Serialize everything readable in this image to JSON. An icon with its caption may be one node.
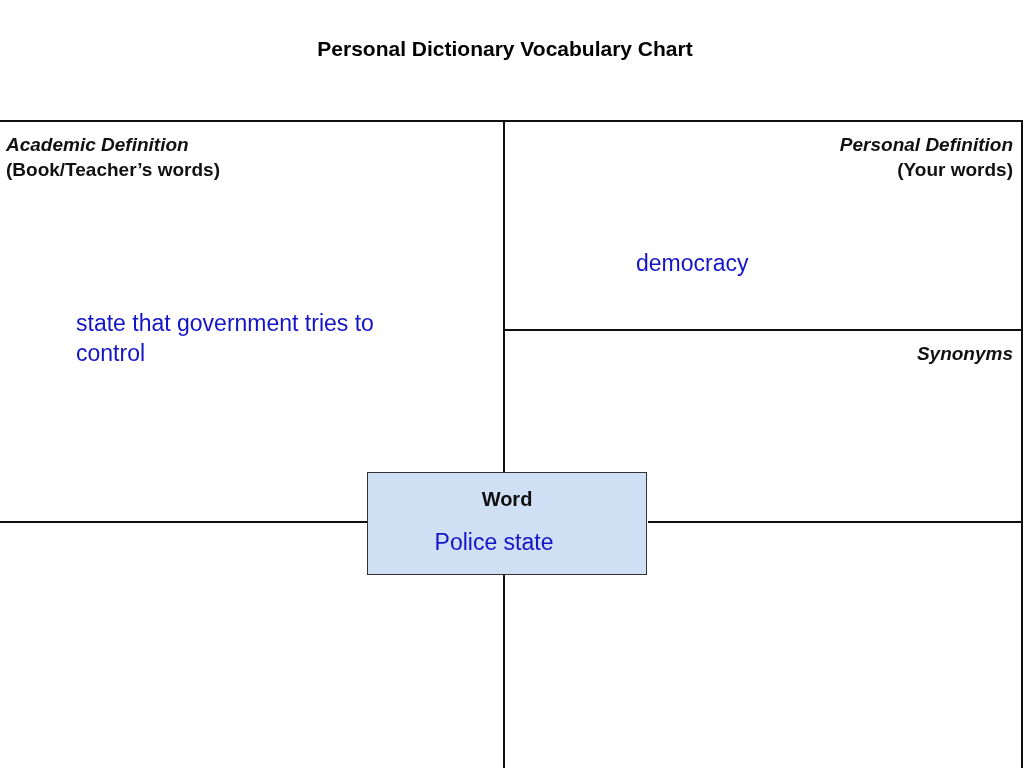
{
  "diagram": {
    "title": "Personal Dictionary Vocabulary Chart",
    "nodes": [
      {
        "text": [
          "Academic Definition",
          "(Book/Teacher’s words)",
          "state that government tries to control"
        ]
      },
      {
        "text": [
          "Personal Definition",
          "(Your words)",
          "democracy"
        ]
      },
      {
        "text": [
          "Synonyms"
        ]
      },
      {
        "text": [],
        "shape": "box"
      },
      {
        "text": [],
        "shape": "box"
      },
      {
        "text": [
          "Word",
          "Police state"
        ]
      }
    ]
  }
}
